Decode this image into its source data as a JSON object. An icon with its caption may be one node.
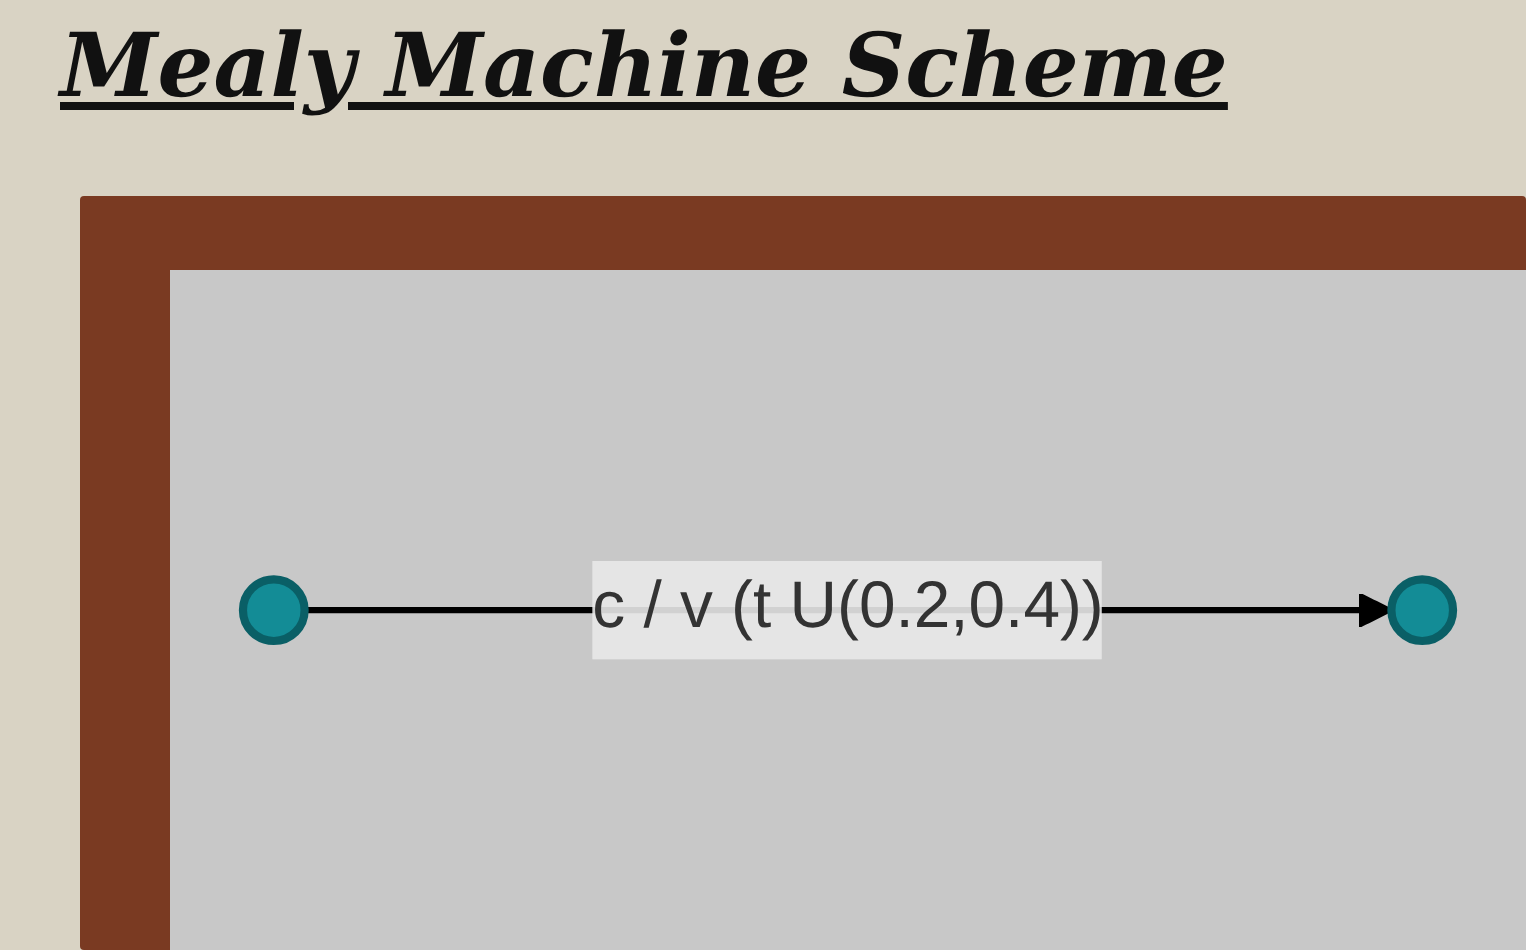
{
  "diagram": {
    "title": "Mealy Machine Scheme",
    "nodes": [
      {
        "text": [],
        "shape": "circle"
      },
      {
        "text": [],
        "shape": "circle"
      }
    ],
    "edges": [
      {
        "from": 0,
        "to": 1,
        "arrow": "to",
        "label": "c / v (t U(0.2,0.4))"
      }
    ]
  }
}
